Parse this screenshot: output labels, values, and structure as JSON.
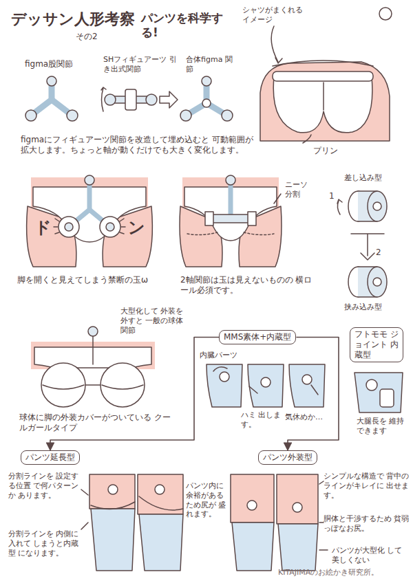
{
  "diagram": {
    "title": "デッサン人形考察",
    "nodes": [
      {
        "text": [
          "MMS素体+内蔵型"
        ]
      },
      {
        "text": [
          "フトモモ ジョイント 内蔵型"
        ]
      },
      {
        "text": [
          "パンツ延長型"
        ]
      },
      {
        "text": [
          "パンツ外装型"
        ]
      }
    ],
    "edges": [
      {
        "from": 0,
        "to": 2,
        "arrow": "to"
      },
      {
        "from": 0,
        "to": 3,
        "arrow": "to"
      }
    ],
    "labels": [
      "その2",
      "パンツを科学する!",
      "シャツがまくれるイメージ",
      "figma股関節",
      "SHフィギュアーツ 引き出式関節",
      "合体figma 関節",
      "figmaにフィギュアーツ関節を改造して埋め込むと 可動範囲が拡大します。ちょっと軸が動くだけでも大きく変化します。",
      "プリン",
      "ド",
      "ン",
      "脚を開くと見えてしまう禁断の玉ω",
      "ニーソ 分割",
      "2軸関節は玉は見えないものの 横ロール必須です。",
      "差し込み型",
      "1",
      "2",
      "挟み込み型",
      "大型化して 外装を外すと 一般の球体関節",
      "球体に脚の外装カバーがついている クールガールタイプ",
      "内臓パーツ",
      "ハミ 出します。",
      "気休めか…",
      "大腿長を 維持できます",
      "分割ラインを 設定する位置 で何パターンか あります。",
      "分割ラインを 内側に入れて しまうと内蔵型 になります。",
      "パンツ内に 余裕がある ため尻が 盛れます。",
      "シンプルな構造で 背中のラインがキレイに 出せます。",
      "胴体と干渉するため 貧弱っぽなお尻。",
      "パンツが大型化 して美しくない",
      "KITAJIMAのお絵かき研究所。"
    ]
  }
}
